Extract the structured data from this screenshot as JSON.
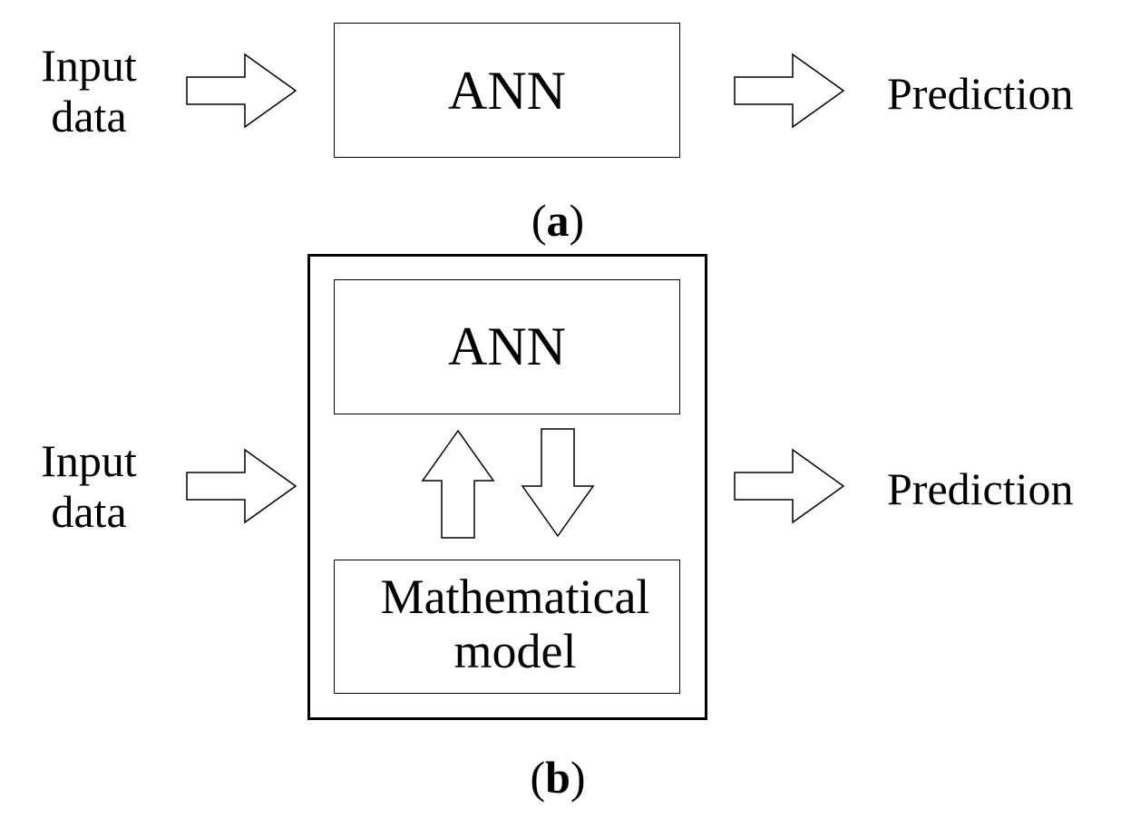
{
  "panel_a": {
    "input_line1": "Input",
    "input_line2": "data",
    "ann_label": "ANN",
    "output_label": "Prediction",
    "caption_open": "(",
    "caption_letter": "a",
    "caption_close": ")"
  },
  "panel_b": {
    "input_line1": "Input",
    "input_line2": "data",
    "ann_label": "ANN",
    "math_line1": "Mathematical",
    "math_line2": "model",
    "output_label": "Prediction",
    "caption_open": "(",
    "caption_letter": "b",
    "caption_close": ")"
  },
  "icons": {
    "right_arrow": "hollow-right-arrow-icon",
    "up_arrow": "hollow-up-arrow-icon",
    "down_arrow": "hollow-down-arrow-icon"
  }
}
